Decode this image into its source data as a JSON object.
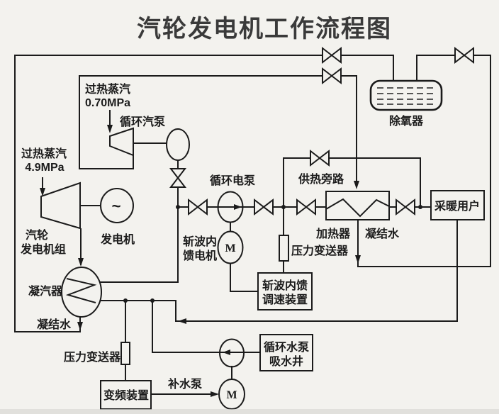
{
  "title": "汽轮发电机工作流程图",
  "labels": {
    "steam_070_l1": "过热蒸汽",
    "steam_070_l2": "0.70MPa",
    "circ_steam_pump": "循环汽泵",
    "steam_49_l1": "过热蒸汽",
    "steam_49_l2": "4.9MPa",
    "turbine_unit_l1": "汽轮",
    "turbine_unit_l2": "发电机组",
    "generator": "发电机",
    "generator_symbol": "~",
    "condenser": "凝汽器",
    "condensate_left": "凝结水",
    "circ_electric_pump": "循环电泵",
    "chopper_motor_l1": "斩波内",
    "chopper_motor_l2": "馈电机",
    "motor_m1": "M",
    "heat_bypass": "供热旁路",
    "pt_heater": "压力变送器",
    "chopper_governor_l1": "斩波内馈",
    "chopper_governor_l2": "调速装置",
    "heater": "加热器",
    "condensate_heater": "凝结水",
    "deaerator": "除氧器",
    "heating_users": "采暖用户",
    "pt_condenser": "压力变送器",
    "vfd": "变频装置",
    "makeup_pump": "补水泵",
    "motor_m2": "M",
    "suction_well_l1": "循环水泵",
    "suction_well_l2": "吸水井"
  },
  "colors": {
    "line": "#1b1b1b",
    "background": "#f3f2ee",
    "title": "#3a3a3a"
  }
}
